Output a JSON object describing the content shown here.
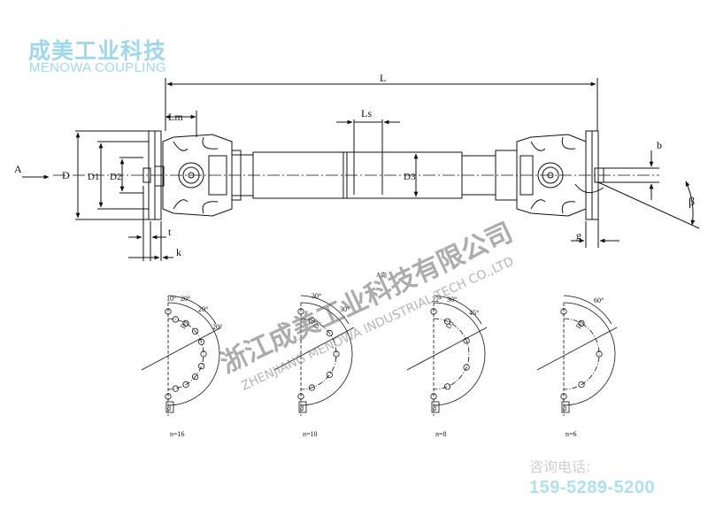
{
  "logo": {
    "cn": "成美工业科技",
    "en": "MENOWA COUPLING"
  },
  "labels": {
    "L": "L",
    "Lm": "Lm",
    "Ls": "Ls",
    "D": "D",
    "D1": "D1",
    "D2": "D2",
    "D3": "D3",
    "A": "A",
    "t": "t",
    "k": "k",
    "b": "b",
    "g": "g",
    "beta": "β",
    "view": "A向"
  },
  "flanges": [
    {
      "n": "n=16",
      "angles": [
        "10°",
        "20°",
        "20°",
        "20°"
      ]
    },
    {
      "n": "n=10",
      "angles": [
        "30°",
        "30°"
      ]
    },
    {
      "n": "n=8",
      "angles": [
        "22°",
        "30°",
        "45°"
      ]
    },
    {
      "n": "n=6",
      "angles": [
        "60°"
      ]
    }
  ],
  "flange_labels": {
    "d": "d",
    "D1": "D1"
  },
  "watermark": {
    "cn": "浙江成美工业科技有限公司",
    "en": "ZHENJIANG MENOWA INDUSTRIAL TECH CO.,LTD"
  },
  "contact": {
    "label": "咨询电话:",
    "phone": "159-5289-5200"
  },
  "colors": {
    "line": "#111111",
    "watermark": "#6a6a6a",
    "brand": "#9fd7ec",
    "phone": "#aee0f0"
  }
}
